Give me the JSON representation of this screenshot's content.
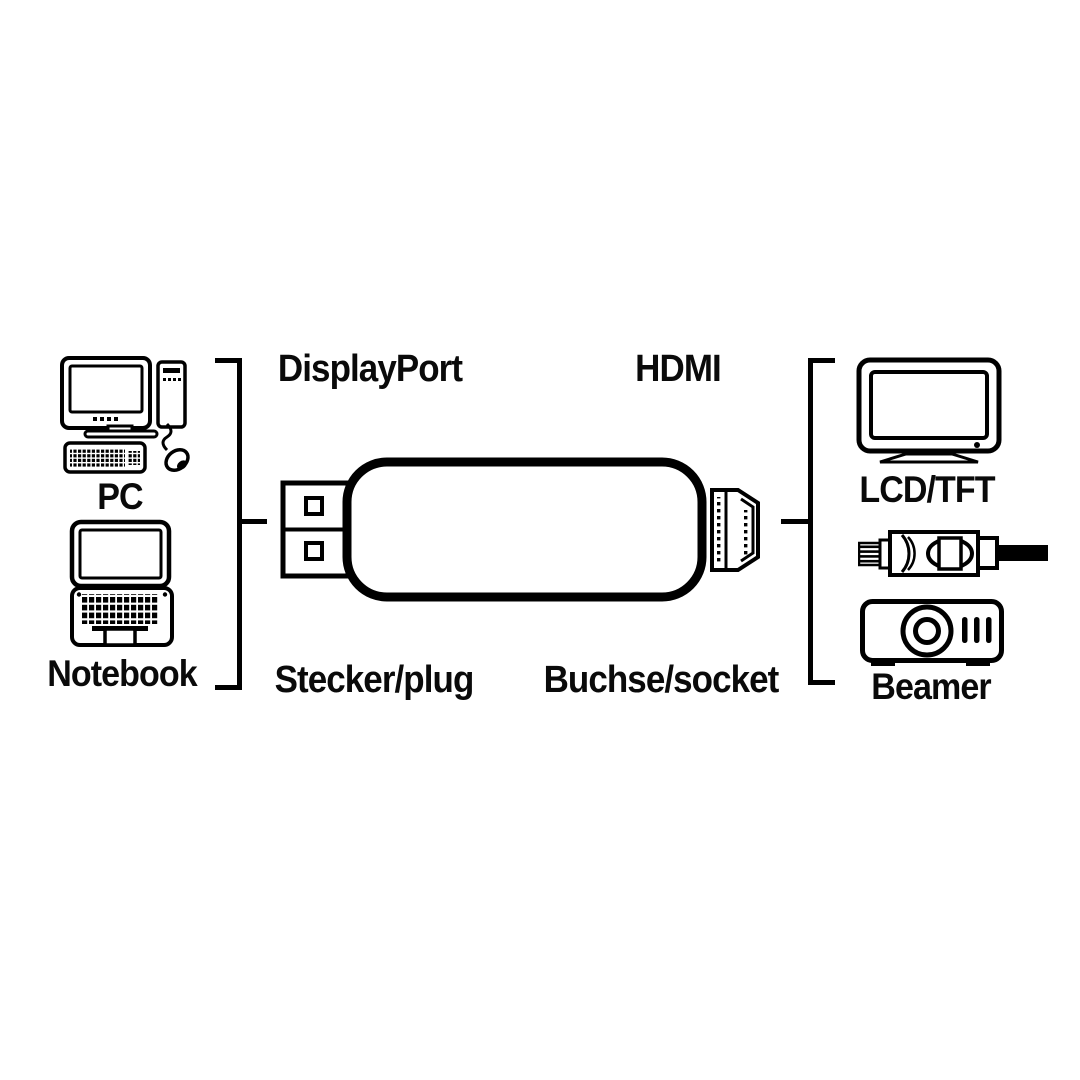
{
  "diagram": {
    "background_color": "#ffffff",
    "line_color": "#000000",
    "source_group": {
      "devices": [
        {
          "label": "PC",
          "icon": "pc-icon"
        },
        {
          "label": "Notebook",
          "icon": "notebook-icon"
        }
      ]
    },
    "adapter": {
      "top_labels": {
        "left": "DisplayPort",
        "right": "HDMI"
      },
      "bottom_labels": {
        "left": "Stecker/plug",
        "right": "Buchse/socket"
      },
      "left_connector": "displayport-plug",
      "right_connector": "hdmi-socket"
    },
    "target_group": {
      "devices": [
        {
          "label": "LCD/TFT",
          "icon": "lcd-tft-monitor-icon"
        },
        {
          "label": "Beamer",
          "icon": "beamer-projector-icon"
        }
      ],
      "extra_icon": "hdmi-cable-icon"
    }
  }
}
